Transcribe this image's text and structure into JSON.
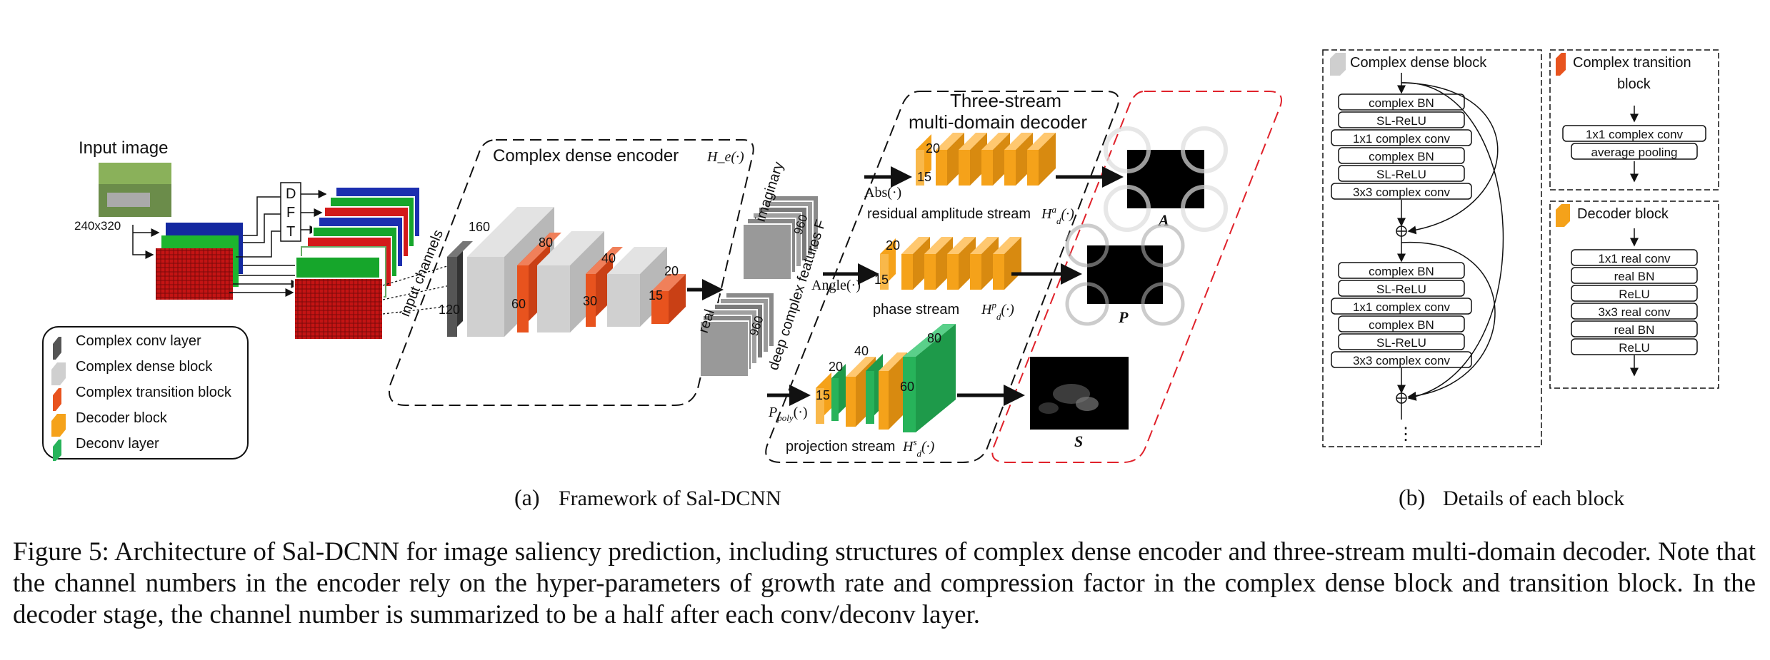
{
  "input": {
    "title": "Input image",
    "size": "240x320",
    "dft": [
      "D",
      "F",
      "T"
    ],
    "channels": "input channels"
  },
  "legend": [
    {
      "label": "Complex conv layer",
      "color": "#555555"
    },
    {
      "label": "Complex dense block",
      "color": "#cfcfcf"
    },
    {
      "label": "Complex transition block",
      "color": "#e8531e"
    },
    {
      "label": "Decoder block",
      "color": "#f5a21a"
    },
    {
      "label": "Deconv layer",
      "color": "#27b35a"
    }
  ],
  "encoder": {
    "title": "Complex dense encoder",
    "symbol": "H_e(·)",
    "numbers": {
      "n120": "120",
      "n160": "160",
      "n60": "60",
      "n80": "80",
      "n30": "30",
      "n40": "40",
      "n15": "15",
      "n20": "20"
    }
  },
  "features": {
    "imaginary": "imaginary",
    "real": "real",
    "deep": "deep complex features F",
    "n960a": "960",
    "n960b": "960"
  },
  "decoder": {
    "title_line1": "Three-stream",
    "title_line2": "multi-domain decoder",
    "abs": "Abs(·)",
    "angle": "Angle(·)",
    "ppoly": "P",
    "amp_stream": "residual amplitude stream",
    "phase_stream": "phase stream",
    "proj_stream": "projection stream",
    "n15": "15",
    "n20": "20",
    "n40": "40",
    "n60": "60",
    "n80": "80",
    "out_a": "A",
    "out_p": "P",
    "out_s": "S"
  },
  "blocks": {
    "dense_title": "Complex dense block",
    "dense_layers": [
      "complex BN",
      "SL-ReLU",
      "1x1 complex conv",
      "complex BN",
      "SL-ReLU",
      "3x3 complex conv"
    ],
    "trans_title_1": "Complex transition",
    "trans_title_2": "block",
    "trans_layers": [
      "1x1 complex conv",
      "average pooling"
    ],
    "dec_title": "Decoder block",
    "dec_layers": [
      "1x1 real conv",
      "real BN",
      "ReLU",
      "3x3 real conv",
      "real BN",
      "ReLU"
    ],
    "ellipsis": "⋮"
  },
  "subcaptions": {
    "a_tag": "(a)",
    "a_text": "Framework of Sal-DCNN",
    "b_tag": "(b)",
    "b_text": "Details of each block"
  },
  "caption": {
    "label": "Figure 5:",
    "text": "Architecture of Sal-DCNN for image saliency prediction, including structures of complex dense encoder and three-stream multi-domain decoder. Note that the channel numbers in the encoder rely on the hyper-parameters of growth rate and compression factor in the complex dense block and transition block. In the decoder stage, the channel number is summarized to be a half after each conv/deconv layer."
  }
}
